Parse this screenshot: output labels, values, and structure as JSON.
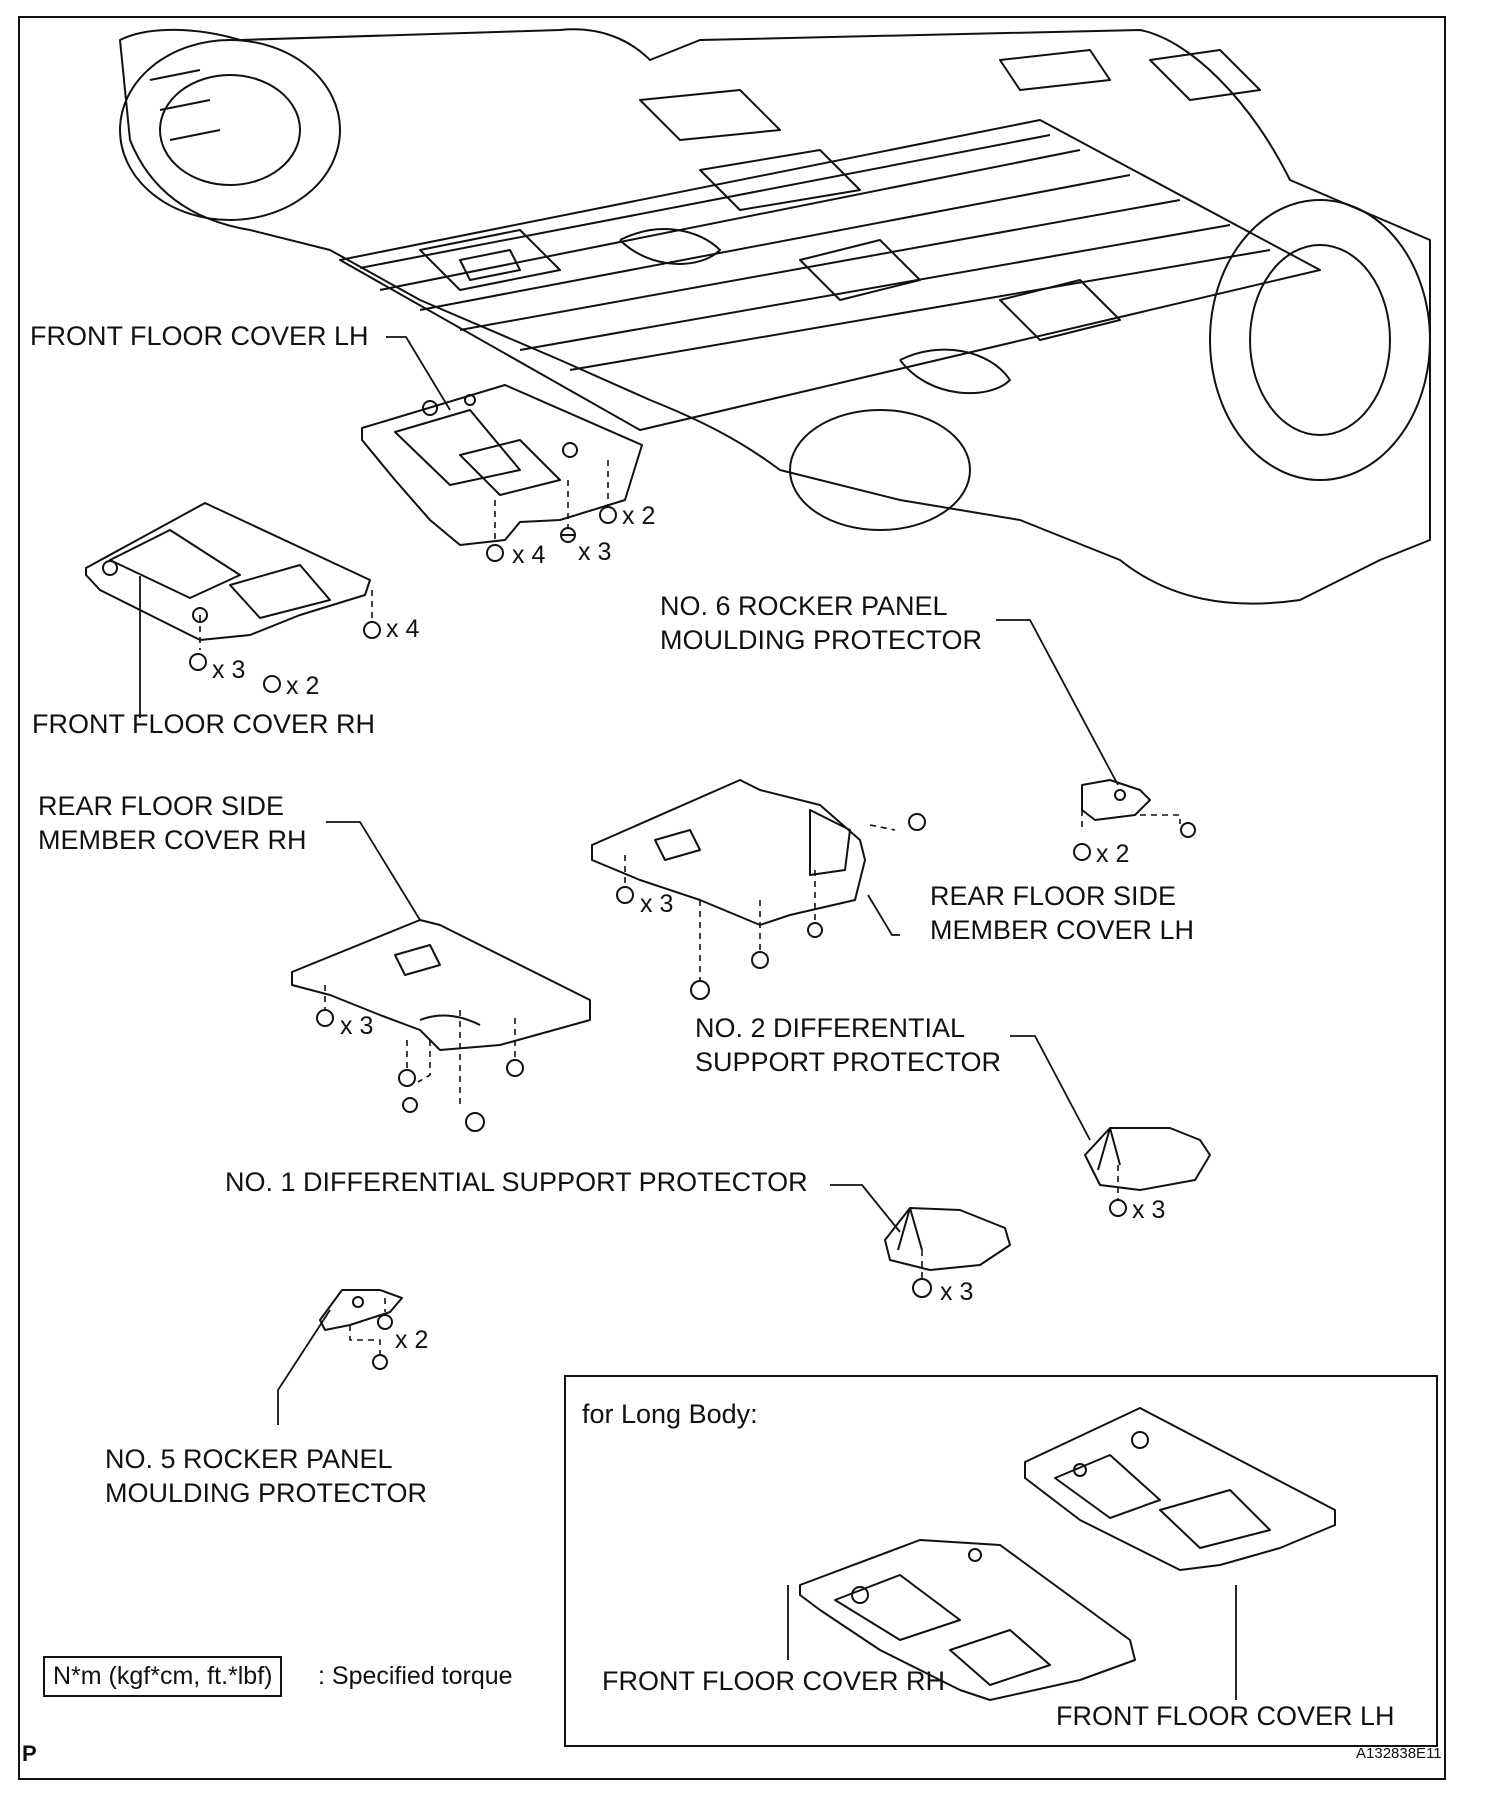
{
  "labels": {
    "front_floor_cover_lh": "FRONT FLOOR COVER LH",
    "front_floor_cover_rh": "FRONT FLOOR COVER RH",
    "no6_line1": "NO. 6 ROCKER PANEL",
    "no6_line2": "MOULDING PROTECTOR",
    "rear_rh_line1": "REAR FLOOR SIDE",
    "rear_rh_line2": "MEMBER COVER RH",
    "rear_lh_line1": "REAR FLOOR SIDE",
    "rear_lh_line2": "MEMBER COVER LH",
    "no2_line1": "NO. 2 DIFFERENTIAL",
    "no2_line2": "SUPPORT PROTECTOR",
    "no1": "NO. 1 DIFFERENTIAL SUPPORT PROTECTOR",
    "no5_line1": "NO. 5 ROCKER PANEL",
    "no5_line2": "MOULDING PROTECTOR"
  },
  "quantities": {
    "q_lh_4": "x 4",
    "q_lh_3": "x 3",
    "q_lh_2": "x 2",
    "q_rh_4": "x 4",
    "q_rh_3": "x 3",
    "q_rh_2": "x 2",
    "q_no6": "x 2",
    "q_rlh_3": "x 3",
    "q_rrh_3": "x 3",
    "q_no2": "x 3",
    "q_no1": "x 3",
    "q_no5": "x 2"
  },
  "inset": {
    "title": "for Long Body:",
    "rh_label": "FRONT FLOOR COVER RH",
    "lh_label": "FRONT FLOOR COVER LH"
  },
  "legend": {
    "torque_unit": "N*m (kgf*cm, ft.*lbf)",
    "torque_desc": ": Specified torque"
  },
  "footer": {
    "corner_letter": "P",
    "figure_id": "A132838E11"
  }
}
